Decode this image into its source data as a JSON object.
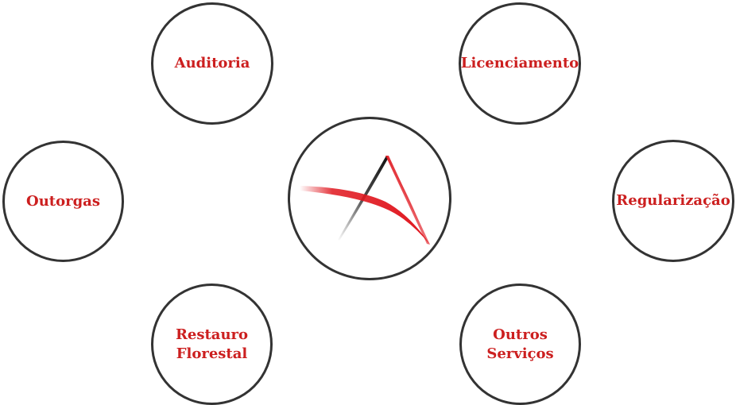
{
  "diagram": {
    "nodes": [
      {
        "id": "auditoria",
        "label": "Auditoria"
      },
      {
        "id": "licenciamento",
        "label": "Licenciamento"
      },
      {
        "id": "outorgas",
        "label": "Outorgas"
      },
      {
        "id": "regularizacao",
        "label": "Regularização"
      },
      {
        "id": "restauro",
        "label": "Restauro Florestal"
      },
      {
        "id": "outros",
        "label": "Outros Serviços"
      }
    ],
    "center": {
      "logo": "stylized-a-logo"
    }
  },
  "colors": {
    "label": "#cc1f1f",
    "outline": "#333333",
    "logo_red": "#e0161e",
    "logo_dark": "#222222"
  }
}
